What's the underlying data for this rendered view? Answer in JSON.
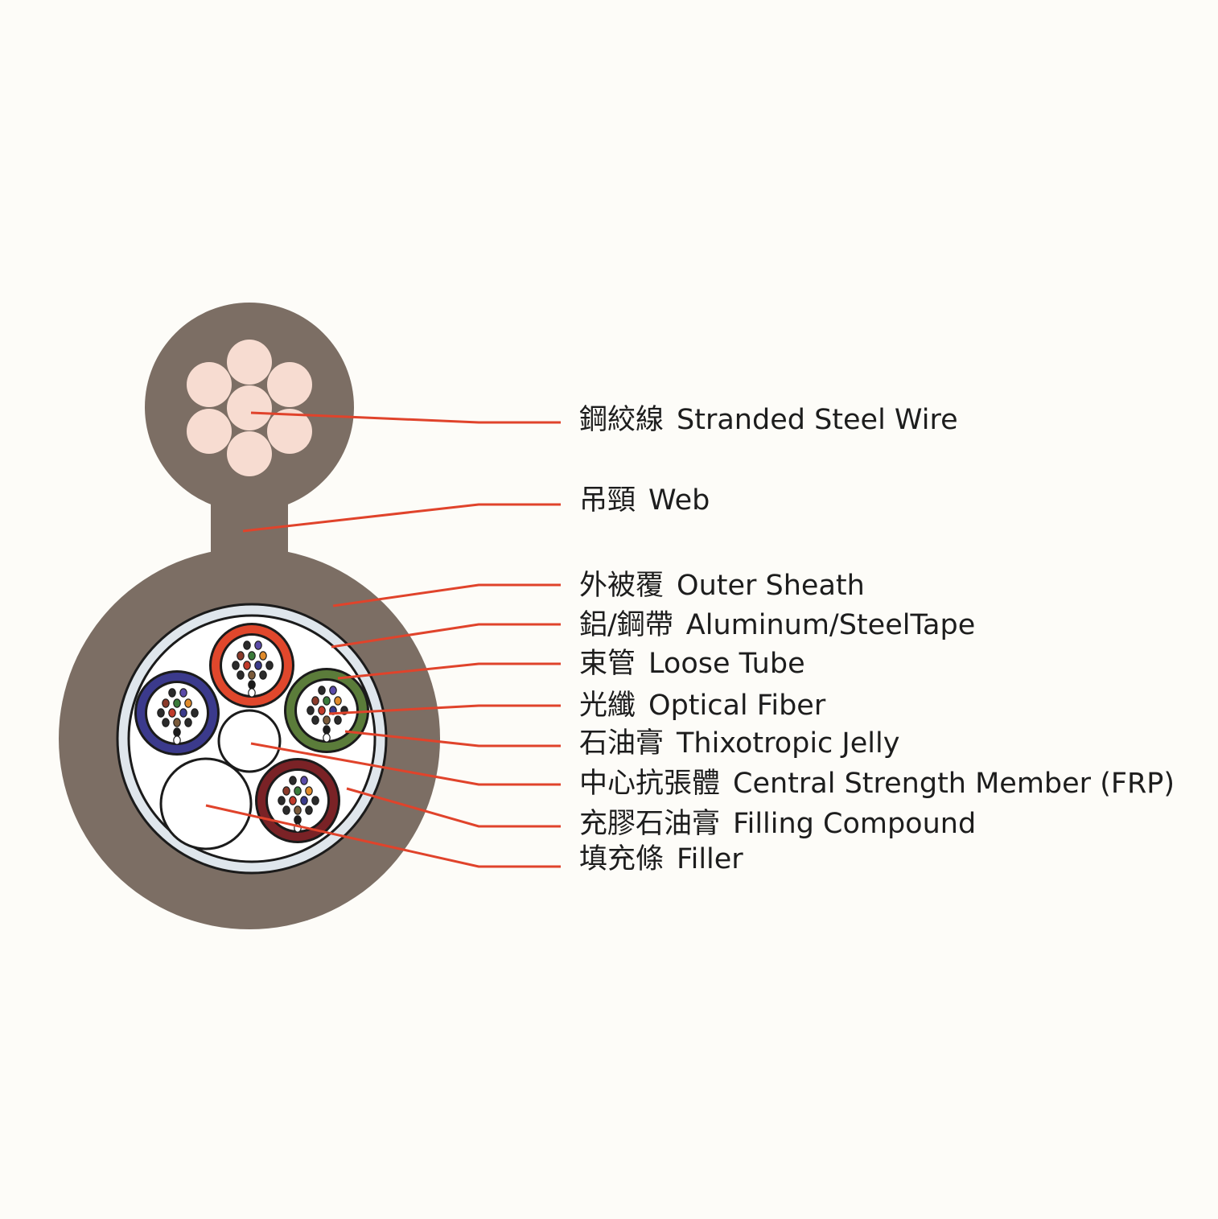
{
  "colors": {
    "background": "#fdfcf8",
    "sheath": "#7c6e64",
    "steel_wire": "#f7dcd1",
    "tape": "#dfe6ec",
    "leader": "#e0432b",
    "tube_red": "#e0472c",
    "tube_blue": "#3b3a8c",
    "tube_green": "#5b7c3a",
    "tube_maroon": "#7a2226"
  },
  "labels": [
    {
      "zh": "鋼絞線",
      "en": "Stranded Steel Wire"
    },
    {
      "zh": "吊頸",
      "en": "Web"
    },
    {
      "zh": "外被覆",
      "en": "Outer Sheath"
    },
    {
      "zh": "鋁/鋼帶",
      "en": "Aluminum/SteelTape"
    },
    {
      "zh": "束管",
      "en": "Loose Tube"
    },
    {
      "zh": "光纖",
      "en": "Optical Fiber"
    },
    {
      "zh": "石油膏",
      "en": "Thixotropic Jelly"
    },
    {
      "zh": "中心抗張體",
      "en": "Central Strength Member (FRP)"
    },
    {
      "zh": "充膠石油膏",
      "en": "Filling Compound"
    },
    {
      "zh": "填充條",
      "en": "Filler"
    }
  ]
}
